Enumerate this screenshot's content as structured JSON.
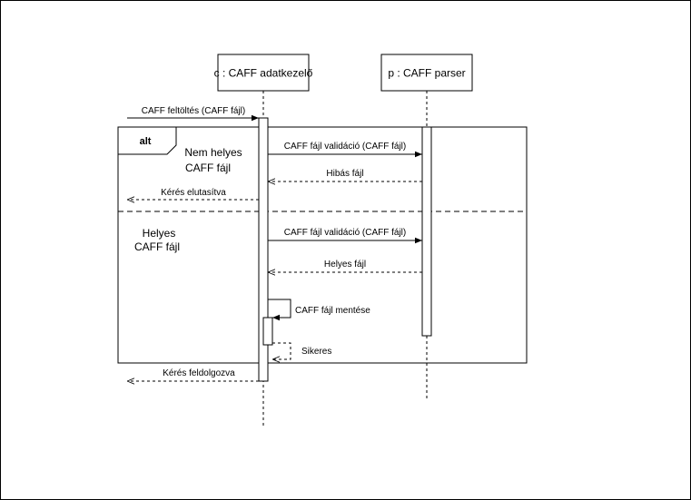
{
  "participants": [
    {
      "id": "c",
      "label": "c : CAFF adatkezelő"
    },
    {
      "id": "p",
      "label": "p : CAFF parser"
    }
  ],
  "fragment": {
    "operator": "alt",
    "guard1_line1": "Nem helyes",
    "guard1_line2": "CAFF fájl",
    "guard2_line1": "Helyes",
    "guard2_line2": "CAFF fájl"
  },
  "messages": {
    "upload": "CAFF feltöltés (CAFF fájl)",
    "validate1": "CAFF fájl validáció (CAFF fájl)",
    "invalid_file": "Hibás fájl",
    "rejected": "Kérés elutasítva",
    "validate2": "CAFF fájl validáció (CAFF fájl)",
    "valid_file": "Helyes fájl",
    "save": "CAFF fájl mentése",
    "success": "Sikeres",
    "processed": "Kérés feldolgozva"
  }
}
